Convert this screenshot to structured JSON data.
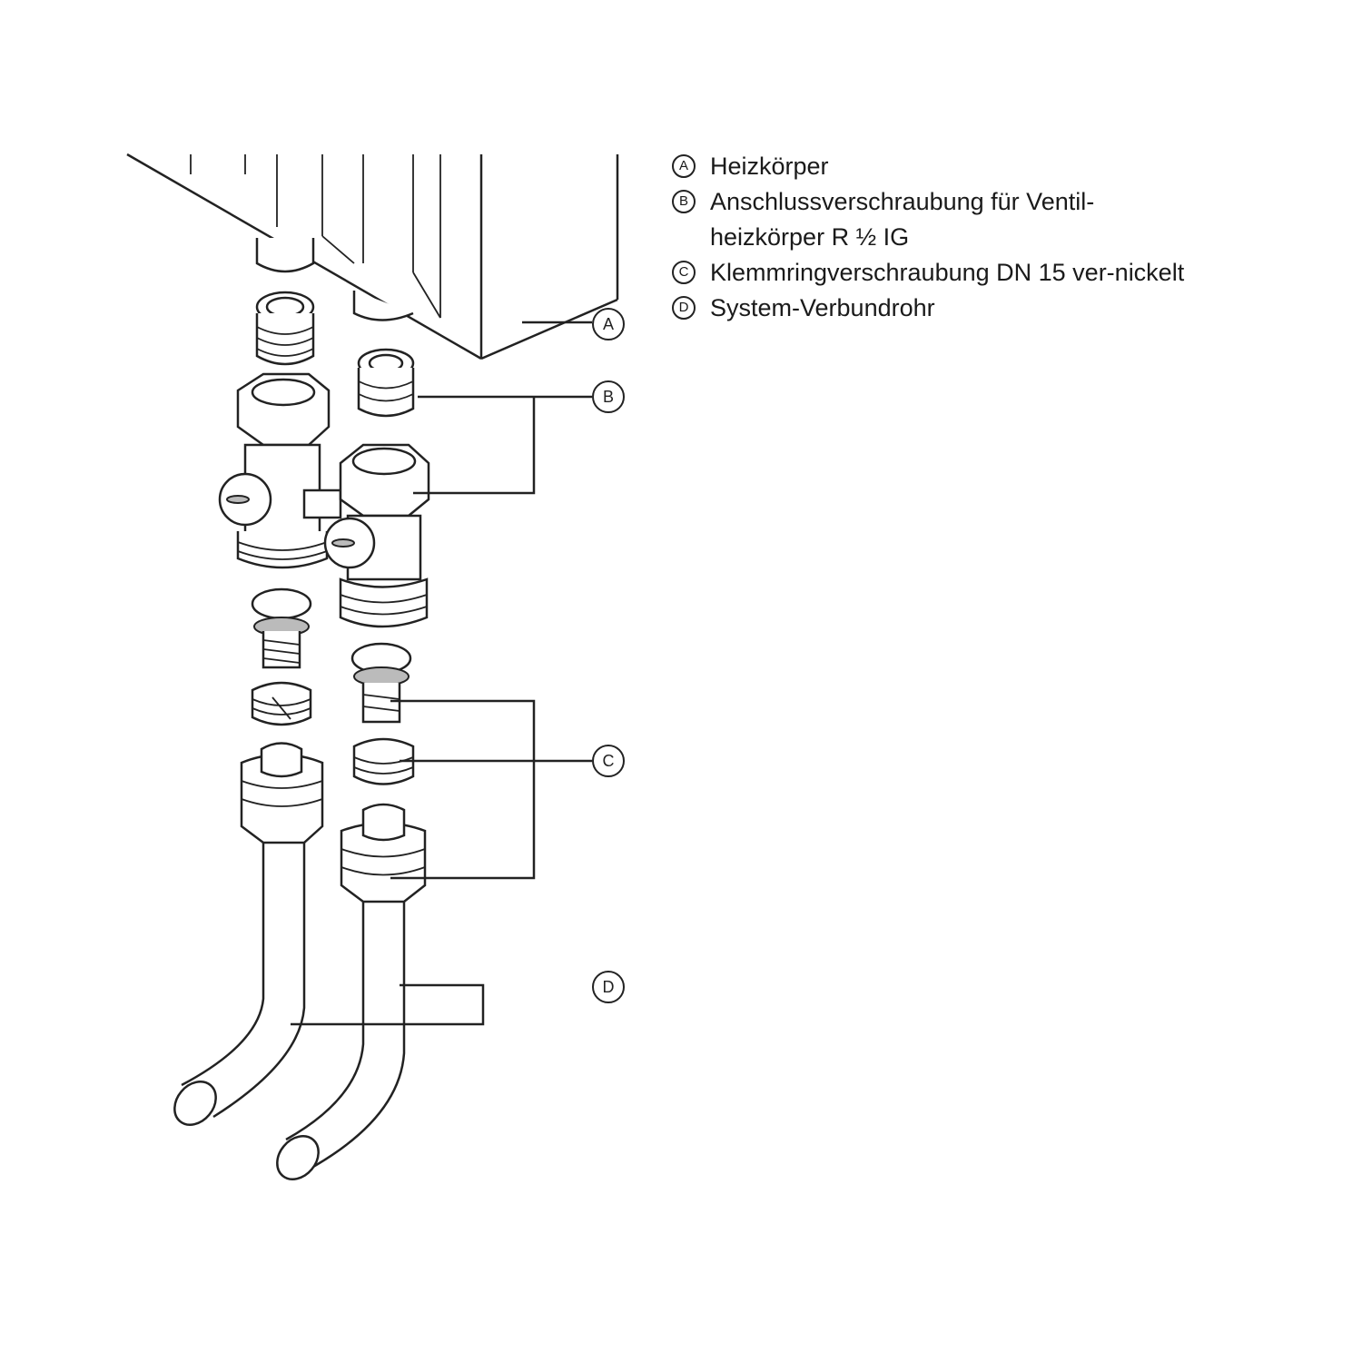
{
  "legend": [
    {
      "key": "A",
      "text": "Heizkörper"
    },
    {
      "key": "B",
      "text": "Anschlussverschraubung für Ventil-heizkörper R ½ IG"
    },
    {
      "key": "C",
      "text": "Klemmringverschraubung DN 15 ver-nickelt"
    },
    {
      "key": "D",
      "text": "System-Verbundrohr"
    }
  ]
}
